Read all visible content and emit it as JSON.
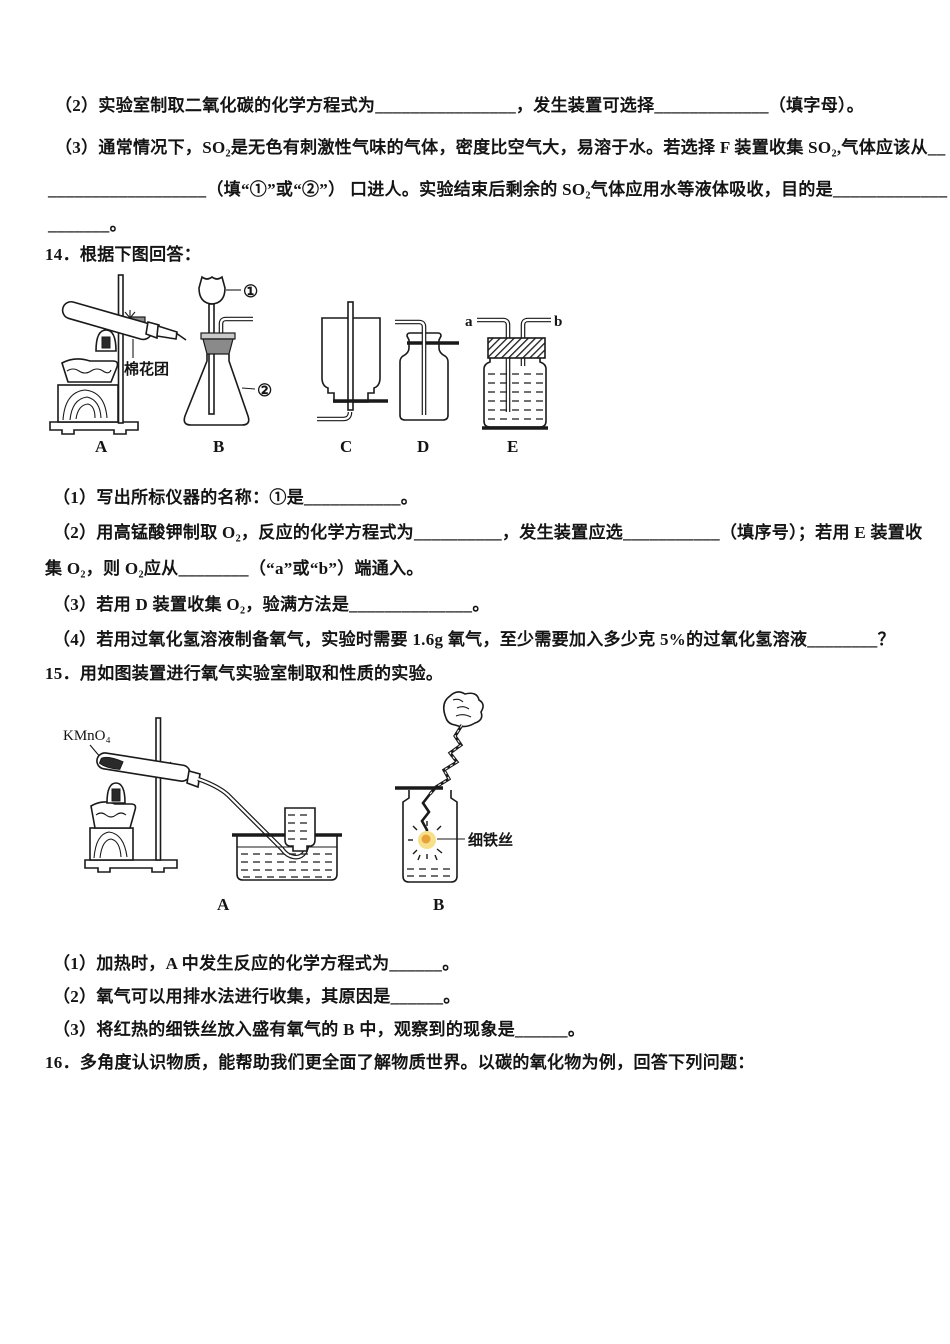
{
  "content": {
    "q13_part2": "（2）实验室制取二氧化碳的化学方程式为________________，发生装置可选择_____________（填字母）。",
    "q13_part3a": "（3）通常情况下，SO₂是无色有刺激性气味的气体，密度比空气大，易溶于水。若选择 F 装置收集 SO₂,气体应该从__",
    "q13_part3b": "__________________（填“①”或“②”） 口进人。实验结束后剩余的 SO₂气体应用水等液体吸收，目的是_____________",
    "q13_part3c": "_______。",
    "q14_stem": "14．根据下图回答：",
    "q14_sub1": "（1）写出所标仪器的名称：①是___________。",
    "q14_sub2a": "（2）用高锰酸钾制取 O₂，反应的化学方程式为__________，发生装置应选___________（填序号）；若用 E 装置收",
    "q14_sub2b": "集 O₂，则 O₂应从________（“a”或“b”）端通入。",
    "q14_sub3": "（3）若用 D 装置收集 O₂，验满方法是______________。",
    "q14_sub4": "（4）若用过氧化氢溶液制备氧气，实验时需要 1.6g 氧气，至少需要加入多少克 5%的过氧化氢溶液________？",
    "q15_stem": "15．用如图装置进行氧气实验室制取和性质的实验。",
    "q15_sub1": "（1）加热时，A 中发生反应的化学方程式为______。",
    "q15_sub2": "（2）氧气可以用排水法进行收集，其原因是______。",
    "q15_sub3": "（3）将红热的细铁丝放入盛有氧气的 B 中，观察到的现象是______。",
    "q16_stem": "16．多角度认识物质，能帮助我们更全面了解物质世界。以碳的氧化物为例，回答下列问题："
  },
  "figure14": {
    "labels": {
      "a": "A",
      "b": "B",
      "c": "C",
      "d": "D",
      "e": "E"
    },
    "annotations": {
      "cotton": "棉花团",
      "circle1": "①",
      "circle2": "②",
      "port_a": "a",
      "port_b": "b"
    }
  },
  "figure15": {
    "labels": {
      "a": "A",
      "b": "B"
    },
    "annotations": {
      "kmno4": "KMnO₄",
      "iron_wire": "细铁丝"
    },
    "spark_colors": {
      "glow": "#f7e08a",
      "core": "#e8a23b"
    }
  }
}
